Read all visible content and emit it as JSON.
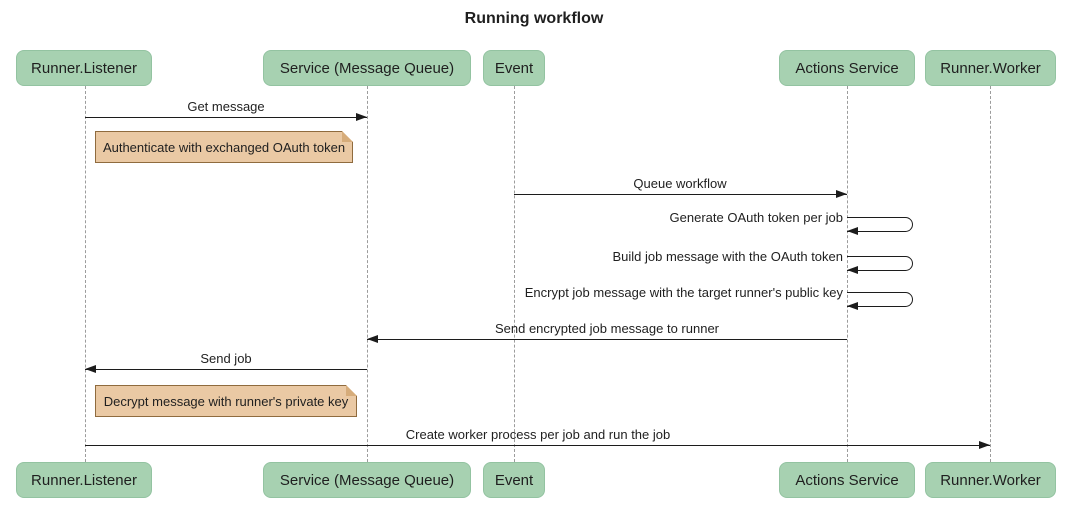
{
  "title": "Running workflow",
  "diagram": {
    "type": "sequence-diagram",
    "actors": [
      {
        "label": "Runner.Listener"
      },
      {
        "label": "Service (Message Queue)"
      },
      {
        "label": "Event"
      },
      {
        "label": "Actions Service"
      },
      {
        "label": "Runner.Worker"
      }
    ],
    "messages": [
      {
        "kind": "arrow",
        "from": "Runner.Listener",
        "to": "Service (Message Queue)",
        "label": "Get message"
      },
      {
        "kind": "note",
        "over": "Runner.Listener, Service (Message Queue)",
        "label": "Authenticate with exchanged OAuth token"
      },
      {
        "kind": "arrow",
        "from": "Event",
        "to": "Actions Service",
        "label": "Queue workflow"
      },
      {
        "kind": "self",
        "actor": "Actions Service",
        "label": "Generate OAuth token per job"
      },
      {
        "kind": "self",
        "actor": "Actions Service",
        "label": "Build job message with the OAuth token"
      },
      {
        "kind": "self",
        "actor": "Actions Service",
        "label": "Encrypt job message with the target runner's public key"
      },
      {
        "kind": "arrow",
        "from": "Actions Service",
        "to": "Service (Message Queue)",
        "label": "Send encrypted job message to runner"
      },
      {
        "kind": "arrow",
        "from": "Service (Message Queue)",
        "to": "Runner.Listener",
        "label": "Send job"
      },
      {
        "kind": "note",
        "over": "Runner.Listener, Service (Message Queue)",
        "label": "Decrypt message with runner's private key"
      },
      {
        "kind": "arrow",
        "from": "Runner.Listener",
        "to": "Runner.Worker",
        "label": "Create worker process per job and run the job"
      }
    ],
    "colors": {
      "actor_fill": "#a7d1b1",
      "actor_border": "#93c3a1",
      "note_fill": "#eac9a4",
      "note_border": "#8f6b3e",
      "note_fold": "#d6ac7a",
      "lifeline": "#9c9c9c",
      "arrow": "#1c1c1c",
      "text": "#1f1f1f",
      "background": "#ffffff"
    }
  }
}
